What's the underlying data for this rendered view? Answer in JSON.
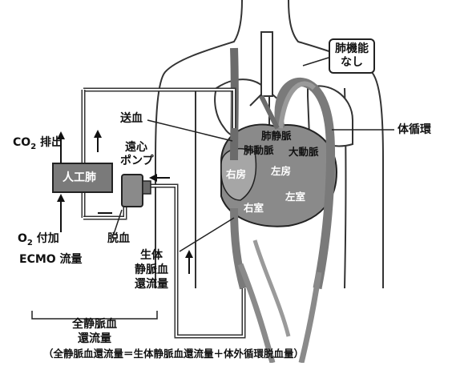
{
  "labels": {
    "no_lung_function_line1": "肺機能",
    "no_lung_function_line2": "なし",
    "send_blood": "送血",
    "centrifugal_pump_line1": "遠心",
    "centrifugal_pump_line2": "ポンプ",
    "co2_prefix": "CO",
    "co2_sub": "2",
    "co2_suffix": " 排出",
    "artificial_lung": "人工肺",
    "o2_prefix": "O",
    "o2_sub": "2",
    "o2_suffix": " 付加",
    "drain_blood": "脱血",
    "ecmo_flow": "ECMO 流量",
    "body_venous_line1": "生体",
    "body_venous_line2": "静脈血",
    "body_venous_line3": "還流量",
    "total_venous_line1": "全静脈血",
    "total_venous_line2": "還流量",
    "formula": "（全静脈血還流量＝生体静脈血還流量＋体外循環脱血量）",
    "systemic_circulation": "体循環",
    "pulmonary_vein": "肺静脈",
    "pulmonary_artery": "肺動脈",
    "aorta": "大動脈",
    "right_atrium": "右房",
    "left_atrium": "左房",
    "right_ventricle": "右室",
    "left_ventricle": "左室"
  }
}
